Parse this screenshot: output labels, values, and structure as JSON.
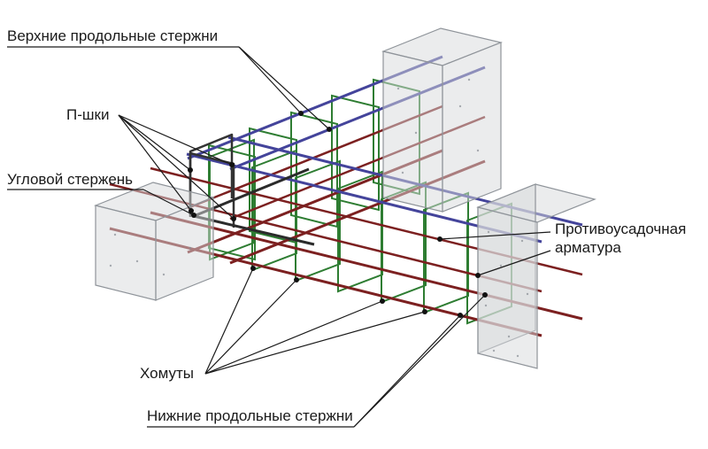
{
  "figure": {
    "labels": {
      "top_longitudinal": "Верхние продольные стержни",
      "u_bars": "П-шки",
      "corner_bar": "Угловой стержень",
      "anti_shrinkage": "Противоусадочная арматура",
      "stirrups": "Хомуты",
      "bottom_longitudinal": "Нижние продольные стержни"
    },
    "colors": {
      "top_bars": "#44449b",
      "mid_bars": "#7c2020",
      "bottom_bars": "#7c2020",
      "stirrups": "#2e7d32",
      "u_bars": "#333333",
      "corner_bar": "#2b2b2b",
      "concrete_fill": "#d7d9dc",
      "concrete_edge": "#8f949a",
      "stipple": "#8a8f95",
      "leader": "#1a1a1a",
      "dot": "#111111"
    }
  }
}
